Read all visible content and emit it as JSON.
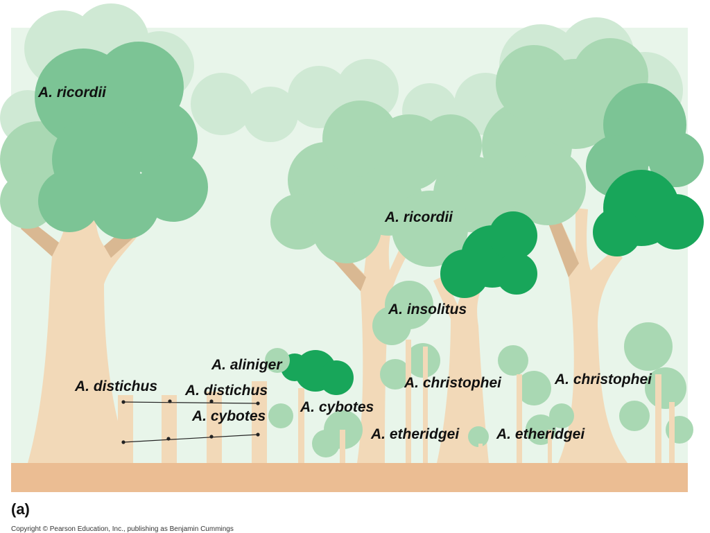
{
  "colors": {
    "sky": "#e8f5ea",
    "ground": "#ebbd93",
    "trunk": "#f2d9b8",
    "trunk_shade": "#d9b892",
    "foliage_pale": "#cfe9d4",
    "foliage_light": "#a9d8b3",
    "foliage_mid": "#7cc495",
    "foliage_dark": "#18a65a"
  },
  "labels": {
    "ricordii_left": "A. ricordii",
    "ricordii_center": "A. ricordii",
    "insolitus": "A. insolitus",
    "aliniger": "A. aliniger",
    "distichus_left": "A. distichus",
    "distichus_right": "A. distichus",
    "cybotes_left": "A. cybotes",
    "cybotes_center": "A. cybotes",
    "christophei_center": "A. christophei",
    "christophei_right": "A. christophei",
    "etheridgei_left": "A. etheridgei",
    "etheridgei_right": "A. etheridgei"
  },
  "panel_label": "(a)",
  "copyright": "Copyright © Pearson Education, Inc., publishing as Benjamin Cummings"
}
